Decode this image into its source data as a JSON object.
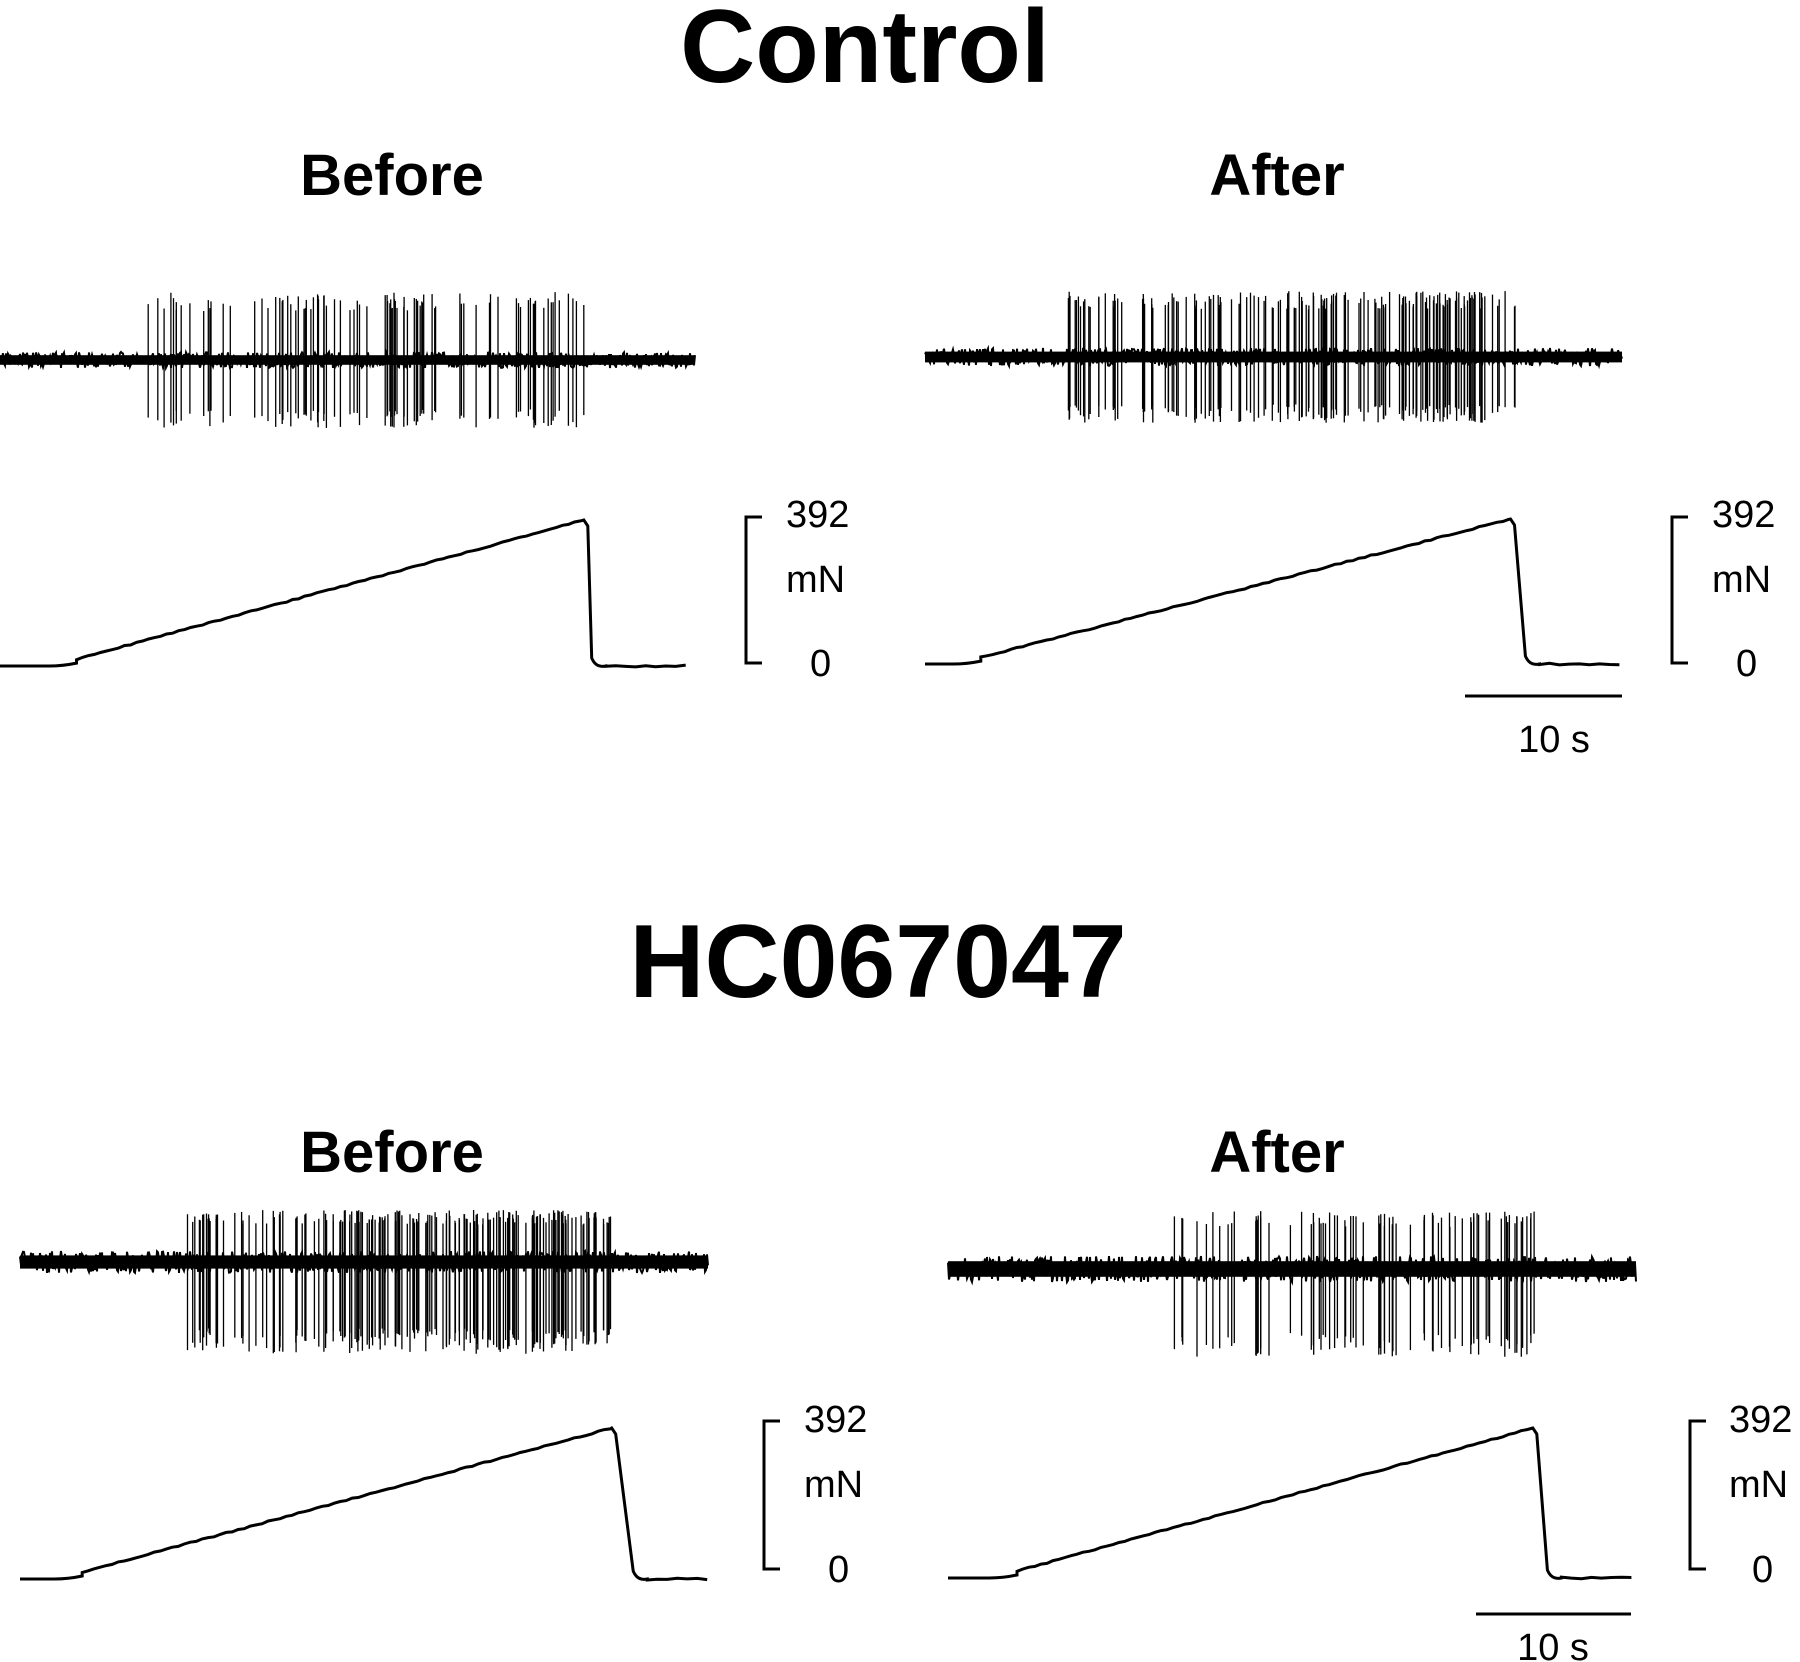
{
  "groups": [
    {
      "id": "control",
      "title": "Control",
      "panels": [
        {
          "id": "control-before",
          "label": "Before",
          "force_scale": {
            "top": "392",
            "unit": "mN",
            "bottom": "0"
          },
          "time_scale": null,
          "spike_activity": {
            "onset_fraction": 0.21,
            "offset_fraction": 0.84,
            "approx_spike_count": 95
          },
          "force_ramp": {
            "peak_mN": 392,
            "ramp_start_fraction": 0.09,
            "peak_fraction": 0.84,
            "return_fraction": 0.86
          }
        },
        {
          "id": "control-after",
          "label": "After",
          "force_scale": {
            "top": "392",
            "unit": "mN",
            "bottom": "0"
          },
          "time_scale": "10 s",
          "spike_activity": {
            "onset_fraction": 0.2,
            "offset_fraction": 0.85,
            "approx_spike_count": 170
          },
          "force_ramp": {
            "peak_mN": 392,
            "ramp_start_fraction": 0.06,
            "peak_fraction": 0.84,
            "return_fraction": 0.87
          }
        }
      ]
    },
    {
      "id": "hc067047",
      "title": "HC067047",
      "panels": [
        {
          "id": "hc-before",
          "label": "Before",
          "force_scale": {
            "top": "392",
            "unit": "mN",
            "bottom": "0"
          },
          "time_scale": null,
          "spike_activity": {
            "onset_fraction": 0.24,
            "offset_fraction": 0.86,
            "approx_spike_count": 190
          },
          "force_ramp": {
            "peak_mN": 392,
            "ramp_start_fraction": 0.07,
            "peak_fraction": 0.86,
            "return_fraction": 0.9
          }
        },
        {
          "id": "hc-after",
          "label": "After",
          "force_scale": {
            "top": "392",
            "unit": "mN",
            "bottom": "0"
          },
          "time_scale": "10 s",
          "spike_activity": {
            "onset_fraction": 0.32,
            "offset_fraction": 0.86,
            "approx_spike_count": 80
          },
          "force_ramp": {
            "peak_mN": 392,
            "ramp_start_fraction": 0.08,
            "peak_fraction": 0.85,
            "return_fraction": 0.88
          }
        }
      ]
    }
  ]
}
